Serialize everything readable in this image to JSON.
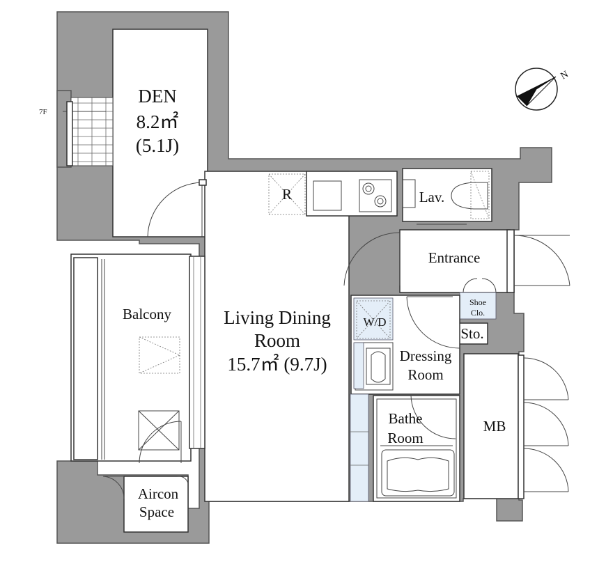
{
  "floor_label": "7F",
  "rooms": {
    "den": {
      "name": "DEN",
      "area": "8.2㎡",
      "jo": "(5.1J)"
    },
    "ldk": {
      "line1": "Living Dining",
      "line2": "Room",
      "area": "15.7㎡ (9.7J)"
    },
    "balcony": "Balcony",
    "aircon": {
      "line1": "Aircon",
      "line2": "Space"
    },
    "lav": "Lav.",
    "entrance": "Entrance",
    "shoe": {
      "line1": "Shoe",
      "line2": "Clo."
    },
    "storage": "Sto.",
    "wd": "W/D",
    "dressing": {
      "line1": "Dressing",
      "line2": "Room"
    },
    "bathe": {
      "line1": "Bathe",
      "line2": "Room"
    },
    "mb": "MB",
    "fridge": "R"
  },
  "compass": {
    "north": "N"
  }
}
